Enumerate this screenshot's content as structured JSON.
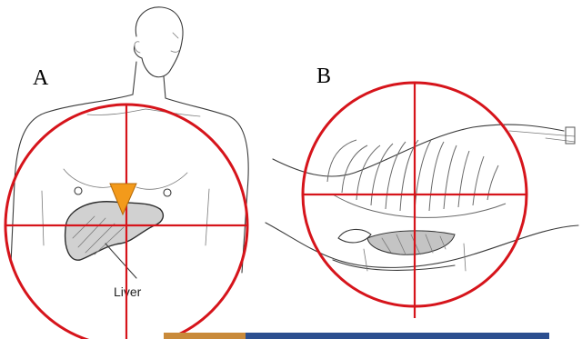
{
  "panels": {
    "a": {
      "letter": "A",
      "organ_label": "Liver"
    },
    "b": {
      "letter": "B",
      "vertical_labels": [
        "",
        ""
      ]
    }
  },
  "colors": {
    "crosshair": "#d6141b",
    "pointer": "#f39a1b",
    "bottom_bar": "#2c4f8f"
  },
  "icons": {
    "pointer": "down-triangle-icon"
  }
}
